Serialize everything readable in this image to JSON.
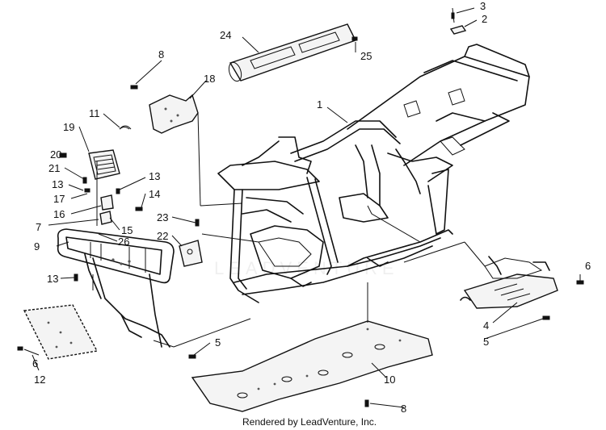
{
  "credit": "Rendered by LeadVenture, Inc.",
  "watermark": "LEADVENTURE",
  "callouts": [
    {
      "id": "c1",
      "label": "1"
    },
    {
      "id": "c2",
      "label": "2"
    },
    {
      "id": "c3",
      "label": "3"
    },
    {
      "id": "c4",
      "label": "4"
    },
    {
      "id": "c5a",
      "label": "5"
    },
    {
      "id": "c5b",
      "label": "5"
    },
    {
      "id": "c6a",
      "label": "6"
    },
    {
      "id": "c6b",
      "label": "6"
    },
    {
      "id": "c7",
      "label": "7"
    },
    {
      "id": "c8a",
      "label": "8"
    },
    {
      "id": "c8b",
      "label": "8"
    },
    {
      "id": "c9",
      "label": "9"
    },
    {
      "id": "c10",
      "label": "10"
    },
    {
      "id": "c11",
      "label": "11"
    },
    {
      "id": "c12",
      "label": "12"
    },
    {
      "id": "c13a",
      "label": "13"
    },
    {
      "id": "c13b",
      "label": "13"
    },
    {
      "id": "c13c",
      "label": "13"
    },
    {
      "id": "c14",
      "label": "14"
    },
    {
      "id": "c15",
      "label": "15"
    },
    {
      "id": "c16",
      "label": "16"
    },
    {
      "id": "c17",
      "label": "17"
    },
    {
      "id": "c18",
      "label": "18"
    },
    {
      "id": "c19",
      "label": "19"
    },
    {
      "id": "c20",
      "label": "20"
    },
    {
      "id": "c21",
      "label": "21"
    },
    {
      "id": "c22",
      "label": "22"
    },
    {
      "id": "c23",
      "label": "23"
    },
    {
      "id": "c24",
      "label": "24"
    },
    {
      "id": "c25",
      "label": "25"
    },
    {
      "id": "c26",
      "label": "26"
    }
  ]
}
